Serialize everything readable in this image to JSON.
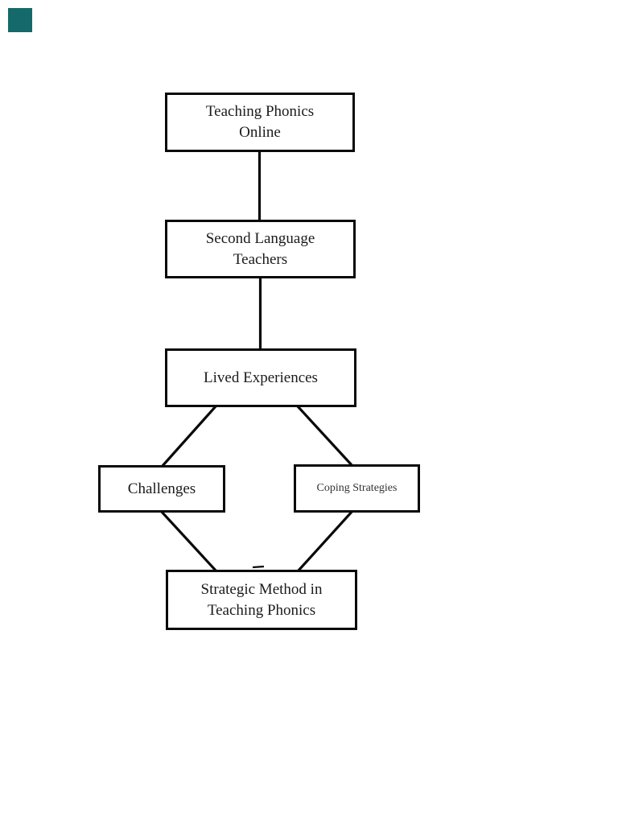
{
  "page": {
    "background_color": "#ffffff",
    "corner_marker_color": "#15696b",
    "corner_marker_style": "background:#15696b",
    "line_color": "#0a0a0a",
    "text_color": "#1b1b1b"
  },
  "diagram": {
    "nodes": {
      "teaching_phonics_online": {
        "label": "Teaching Phonics\nOnline"
      },
      "second_language_teachers": {
        "label": "Second Language\nTeachers"
      },
      "lived_experiences": {
        "label": "Lived Experiences"
      },
      "challenges": {
        "label": "Challenges"
      },
      "coping_strategies": {
        "label": "Coping Strategies"
      },
      "strategic_method": {
        "label": "Strategic Method in\nTeaching Phonics"
      }
    }
  }
}
